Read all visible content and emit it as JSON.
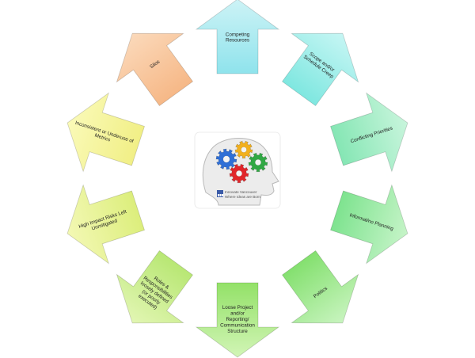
{
  "arrows": [
    {
      "label_lines": [
        "Competing",
        "Resources"
      ],
      "fill_top": "#cdf3f6",
      "fill_bottom": "#8fe3ec"
    },
    {
      "label_lines": [
        "Scope and/or",
        "Schedule Creep"
      ],
      "fill_top": "#c6f6f4",
      "fill_bottom": "#7fe7e0"
    },
    {
      "label_lines": [
        "Conflicting Priorities"
      ],
      "fill_top": "#c8f5dc",
      "fill_bottom": "#85e6b4"
    },
    {
      "label_lines": [
        "Informal/no Planning"
      ],
      "fill_top": "#c6f4c8",
      "fill_bottom": "#7ee38f"
    },
    {
      "label_lines": [
        "Politics"
      ],
      "fill_top": "#c8f4bf",
      "fill_bottom": "#84e06f"
    },
    {
      "label_lines": [
        "Loose Project",
        "and/or",
        "Reporting/",
        "Communication",
        "Structure"
      ],
      "fill_top": "#d2f5b6",
      "fill_bottom": "#93e168"
    },
    {
      "label_lines": [
        "Roles &",
        "Responsibilities",
        "loosely defined",
        "(or poorly",
        "executed)"
      ],
      "fill_top": "#e2f6b3",
      "fill_bottom": "#b8e774"
    },
    {
      "label_lines": [
        "High Impact Risks Left",
        "Unmitigated"
      ],
      "fill_top": "#f3f8b4",
      "fill_bottom": "#dcee7c"
    },
    {
      "label_lines": [
        "Inconsistent or Underuse of",
        "Metrics"
      ],
      "fill_top": "#fafab8",
      "fill_bottom": "#f1ef86"
    },
    {
      "label_lines": [
        "Silos"
      ],
      "fill_top": "#fbd9ba",
      "fill_bottom": "#f6b887"
    }
  ],
  "center_logo": {
    "text_lines": [
      "Innovate Vancouver",
      "Where Ideas are Born"
    ],
    "gear_colors": [
      "#f2b01e",
      "#2f6fd6",
      "#31a844",
      "#e1262a"
    ],
    "head_color": "#e9e9e9"
  }
}
